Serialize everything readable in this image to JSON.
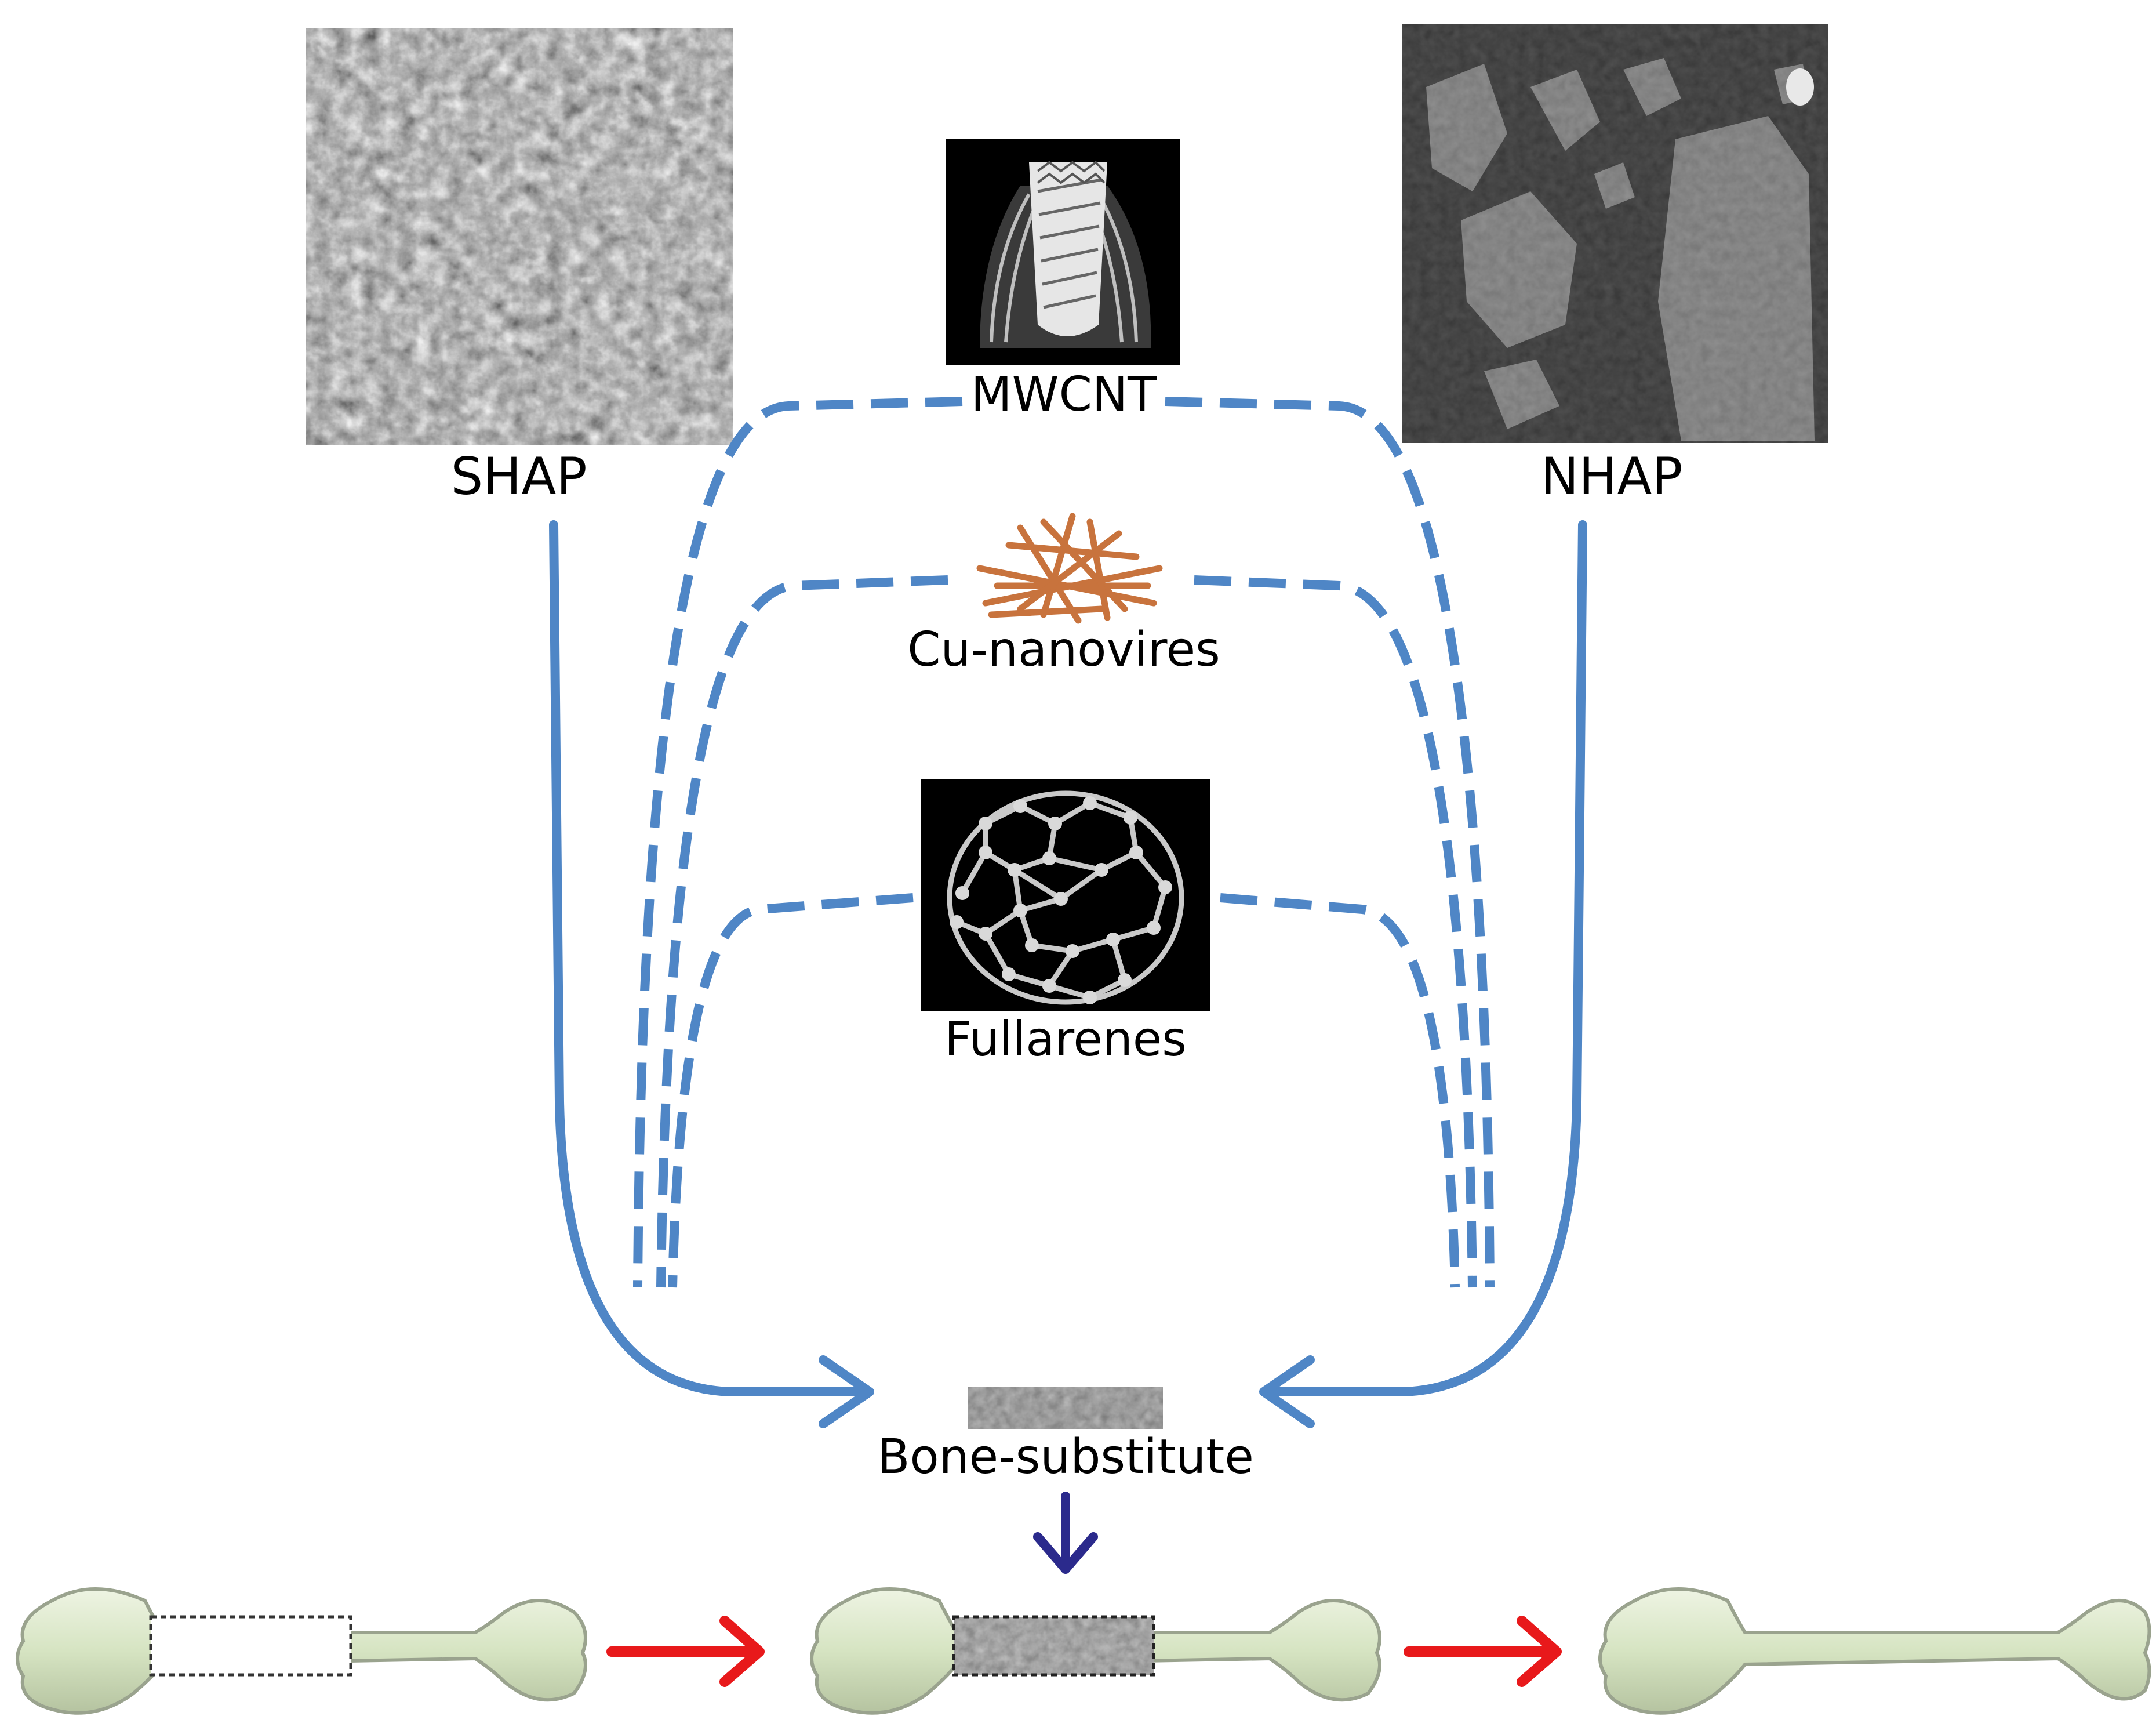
{
  "labels": {
    "shap": "SHAP",
    "nhap": "NHAP",
    "mwcnt": "MWCNT",
    "cu": "Cu-nanovires",
    "fullarenes": "Fullarenes",
    "bone_substitute": "Bone-substitute"
  },
  "colors": {
    "flow_blue": "#4f86c6",
    "down_arrow": "#2b2a8c",
    "red_arrow": "#e8191b",
    "bone_fill": "#d6e4c2",
    "bone_outline": "#9aa38e",
    "copper": "#c8733d"
  },
  "icons": {
    "shap_image": "sem-micrograph-shap",
    "nhap_image": "sem-micrograph-nhap",
    "mwcnt_image": "multiwall-nanotube",
    "cu_image": "copper-nanowires",
    "fullarene_image": "fullerene-cage",
    "bone_substitute_image": "bone-substitute-sample",
    "bone_defect": "bone-with-defect",
    "bone_implant": "bone-with-implant",
    "bone_healed": "healed-bone"
  }
}
